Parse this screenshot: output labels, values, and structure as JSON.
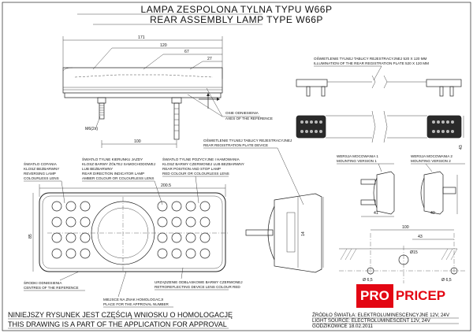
{
  "title": {
    "line1": "LAMPA ZESPOLONA TYLNA  TYPU W66P",
    "line2": "REAR ASSEMBLY LAMP TYPE W66P"
  },
  "dimensions": {
    "d171": "171",
    "d120": "120",
    "d67": "67",
    "d27": "27",
    "d100": "100",
    "d200_5": "200.5",
    "d85": "85",
    "d14": "14",
    "d43": "43",
    "d41": "41",
    "d40": "40",
    "m100": "100",
    "m43": "43",
    "m15": "Ø15",
    "m6_5a": "Ø 6,5",
    "m6_5b": "Ø 6,5",
    "thread": "M6(2x)"
  },
  "labels": {
    "axes_reference": [
      "OSIE ODNIESIENIA",
      "AXES OF THE REFERENCE"
    ],
    "reg_plate_top": [
      "OŚWIETLENIE TYLNEJ TABLICY REJESTRACYJNEJ 520 X 120 MM",
      "ILLUMINATION OF THE REAR REGISTRATION PLATE 520 X 120 MM"
    ],
    "reg_plate_device": [
      "OŚWIETLENIE TYLNEJ TABLICY REJESTRACYJNEJ",
      "REAR REGISTRATION PLATE DEVICE"
    ],
    "reversing": [
      "ŚWIATŁO COFANIA",
      "KLOSZ BEZBARWNY",
      "REVERSING LAMP",
      "COLOURLESS LENS"
    ],
    "indicator": [
      "ŚWIATŁO TYLNE KIERUNKU JAZDY",
      "KLOSZ BARWY ŻÓŁTEJ SAMOCHODOWEJ",
      "LUB BEZBARWNY",
      "REAR DIRECTION INDICATOR LAMP",
      "AMBER COLOUR OR COLOURLESS LENS"
    ],
    "position_stop": [
      "ŚWIATŁO TYLNE POZYCYJNE I HAMOWANIA",
      "KLOSZ BARWY CZERWONEJ LUB BEZBARWNY",
      "REAR POSITION AND STOP LAMP",
      "RED COLOUR OR COLOURLESS LENS"
    ],
    "mount_v1": [
      "WERSJA MOCOWANIA 1",
      "MOUNTING VERSION 1"
    ],
    "mount_v2": [
      "WERSJA MOCOWANIA 2",
      "MOUNTING VERSION 2"
    ],
    "ref_centres": [
      "ŚRODKI ODNIESIENIA",
      "CENTRES OF THE REFERENCE"
    ],
    "reflector": [
      "URZĄDZENIE ODBLASKOWE BARWY CZERWONEJ",
      "RETROREFLECTING DEVICE LENS COLOUR RED"
    ],
    "homologation_mark": [
      "MIEJSCE NA ZNAK HOMOLOGACJI",
      "PLACE FOR THE APPROVAL NUMBER"
    ]
  },
  "notes": {
    "line1": "NINIEJSZY RYSUNEK  JEST CZĘŚCIĄ WNIOSKU O  HOMOLOGACJĘ",
    "line2": "THIS DRAWING IS A PART OF THE APPLICATION FOR  APPROVAL"
  },
  "source": {
    "line1": "ŹRÓDŁO ŚWIATŁA: ELEKTROLUMINESCENCYJNE  12V, 24V",
    "line2": "LIGHT SOURCE: ELECTROLUMINESCENT  12V, 24V",
    "line3": "GODZIKOWICE 18.02.2011"
  },
  "brand": {
    "pro": "PRO",
    "pricep": "PRICEP",
    "color": "#e30613"
  },
  "colors": {
    "line": "#222222",
    "background": "#ffffff"
  }
}
